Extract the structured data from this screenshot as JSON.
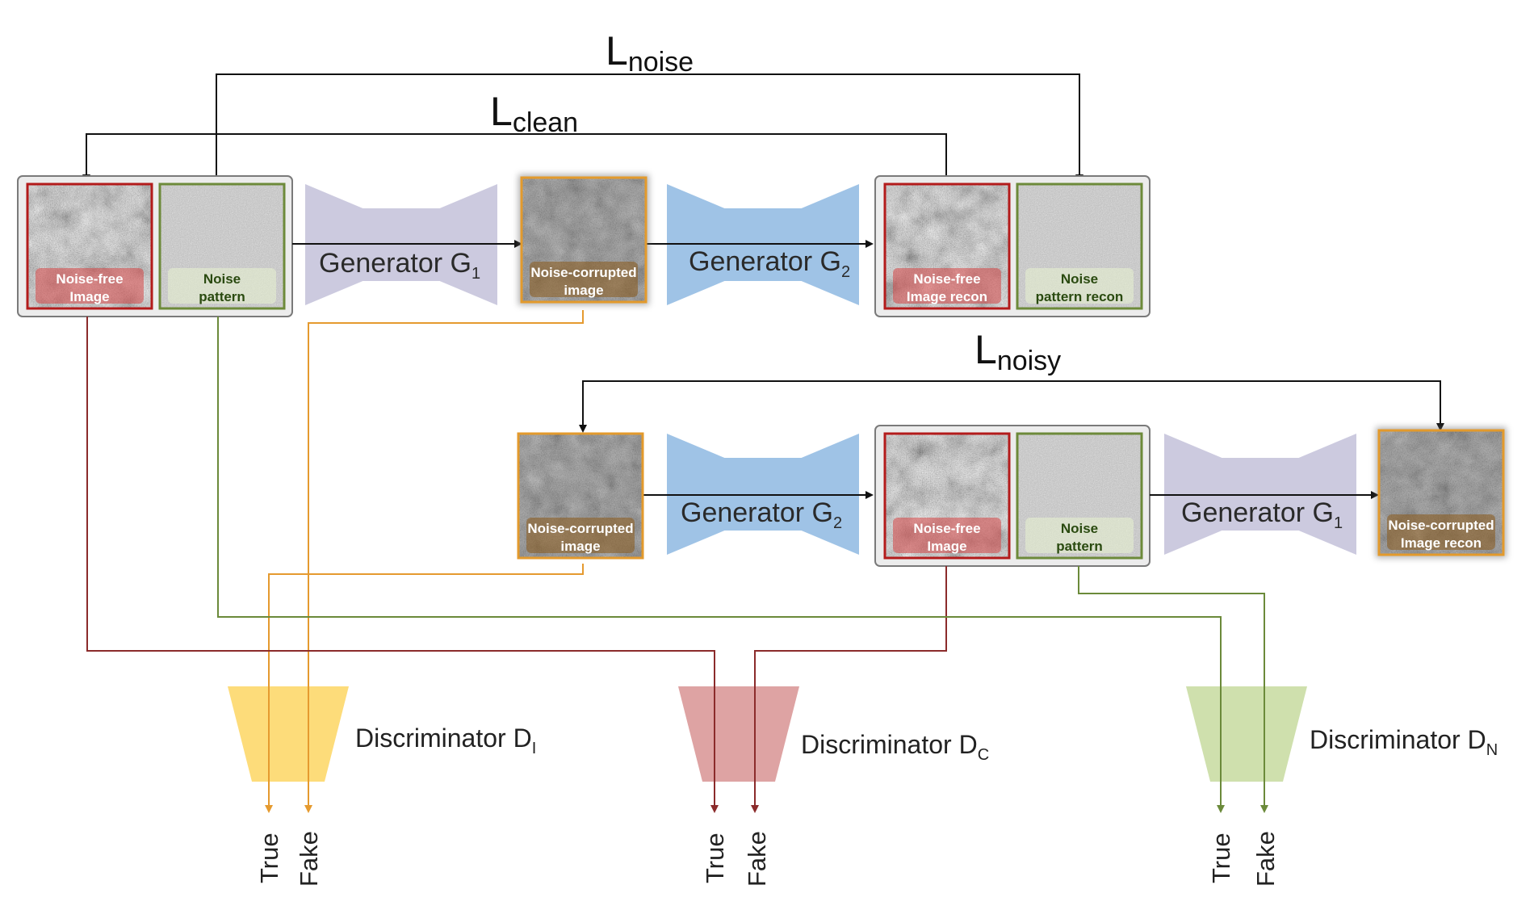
{
  "losses": {
    "noise": {
      "main": "L",
      "sub": "noise"
    },
    "clean": {
      "main": "L",
      "sub": "clean"
    },
    "noisy": {
      "main": "L",
      "sub": "noisy"
    }
  },
  "generators": {
    "g1_top": {
      "name": "Generator G",
      "sub": "1"
    },
    "g2_top": {
      "name": "Generator G",
      "sub": "2"
    },
    "g2_bottom": {
      "name": "Generator G",
      "sub": "2"
    },
    "g1_bottom": {
      "name": "Generator G",
      "sub": "1"
    }
  },
  "tiles": {
    "top_clean": {
      "line1": "Noise-free",
      "line2": "Image"
    },
    "top_noise": {
      "line1": "Noise",
      "line2": "pattern"
    },
    "top_noisy": {
      "line1": "Noise-corrupted",
      "line2": "image"
    },
    "top_clean_recon": {
      "line1": "Noise-free",
      "line2": "Image recon"
    },
    "top_noise_recon": {
      "line1": "Noise",
      "line2": "pattern recon"
    },
    "bottom_noisy": {
      "line1": "Noise-corrupted",
      "line2": "image"
    },
    "bottom_clean": {
      "line1": "Noise-free",
      "line2": "Image"
    },
    "bottom_noise": {
      "line1": "Noise",
      "line2": "pattern"
    },
    "bottom_noisy_recon": {
      "line1": "Noise-corrupted",
      "line2": "Image recon"
    }
  },
  "discriminators": {
    "d_i": {
      "name": "Discriminator D",
      "sub": "I",
      "color": "#fddc7a"
    },
    "d_c": {
      "name": "Discriminator D",
      "sub": "C",
      "color": "#dea3a3"
    },
    "d_n": {
      "name": "Discriminator D",
      "sub": "N",
      "color": "#cfe0ad"
    }
  },
  "outputs": {
    "true_label": "True",
    "fake_label": "Fake"
  },
  "colors": {
    "clean_border": "#b31b1b",
    "noise_border": "#6d8a3a",
    "noisy_border": "#e39a2c",
    "g1_fill": "#cccadf",
    "g2_fill": "#9fc3e6",
    "line_clean": "#8b2b2b",
    "line_noise": "#6b8a3a",
    "line_noisy": "#e59a2f"
  }
}
